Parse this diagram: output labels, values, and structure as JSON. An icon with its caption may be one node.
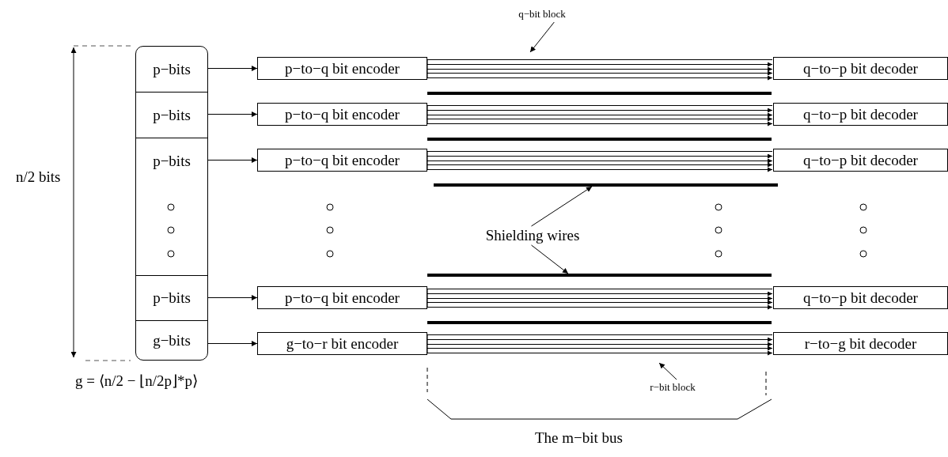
{
  "diagram": {
    "nodes": [
      {
        "text": [],
        "shape": "box"
      },
      {
        "text": [
          "p−bits"
        ],
        "in": 0
      },
      {
        "text": [
          "p−bits"
        ],
        "in": 0
      },
      {
        "text": [
          "p−bits"
        ],
        "in": 0
      },
      {
        "text": [
          "p−bits"
        ],
        "in": 0
      },
      {
        "text": [
          "g−bits"
        ],
        "in": 0
      },
      {
        "text": [
          "p−to−q bit encoder"
        ]
      },
      {
        "text": [
          "p−to−q bit encoder"
        ]
      },
      {
        "text": [
          "p−to−q bit encoder"
        ]
      },
      {
        "text": [
          "p−to−q bit encoder"
        ]
      },
      {
        "text": [
          "g−to−r bit encoder"
        ]
      },
      {
        "text": [
          "q−to−p bit decoder"
        ]
      },
      {
        "text": [
          "q−to−p bit decoder"
        ]
      },
      {
        "text": [
          "q−to−p bit decoder"
        ]
      },
      {
        "text": [
          "q−to−p bit decoder"
        ]
      },
      {
        "text": [
          "r−to−g bit decoder"
        ]
      },
      {
        "text": [
          "q−bit block"
        ]
      },
      {
        "text": [],
        "shape": "bar"
      },
      {
        "text": [],
        "shape": "bar"
      },
      {
        "text": [],
        "shape": "bar"
      },
      {
        "text": [],
        "shape": "bar"
      },
      {
        "text": [],
        "shape": "bar"
      },
      {
        "text": [
          "Shielding wires"
        ]
      },
      {
        "text": [
          "r−bit block"
        ]
      }
    ],
    "edges": [
      {
        "from": 1,
        "to": 6,
        "arrow": "to"
      },
      {
        "from": 2,
        "to": 7,
        "arrow": "to"
      },
      {
        "from": 3,
        "to": 8,
        "arrow": "to"
      },
      {
        "from": 4,
        "to": 9,
        "arrow": "to"
      },
      {
        "from": 5,
        "to": 10,
        "arrow": "to"
      },
      {
        "from": 6,
        "to": 11,
        "arrow": "to"
      },
      {
        "from": 7,
        "to": 12,
        "arrow": "to"
      },
      {
        "from": 8,
        "to": 13,
        "arrow": "to"
      },
      {
        "from": 9,
        "to": 14,
        "arrow": "to"
      },
      {
        "from": 10,
        "to": 15,
        "arrow": "to"
      },
      {
        "from": 16,
        "to": null,
        "arrow": "to"
      },
      {
        "from": 22,
        "to": 19,
        "arrow": "to"
      },
      {
        "from": 22,
        "to": 20,
        "arrow": "to"
      },
      {
        "from": 23,
        "to": null,
        "arrow": "to"
      }
    ],
    "labels": [
      "n/2 bits",
      "g = ⟨n/2 − ⌊n/2p⌋*p⟩",
      "The m−bit bus"
    ]
  }
}
